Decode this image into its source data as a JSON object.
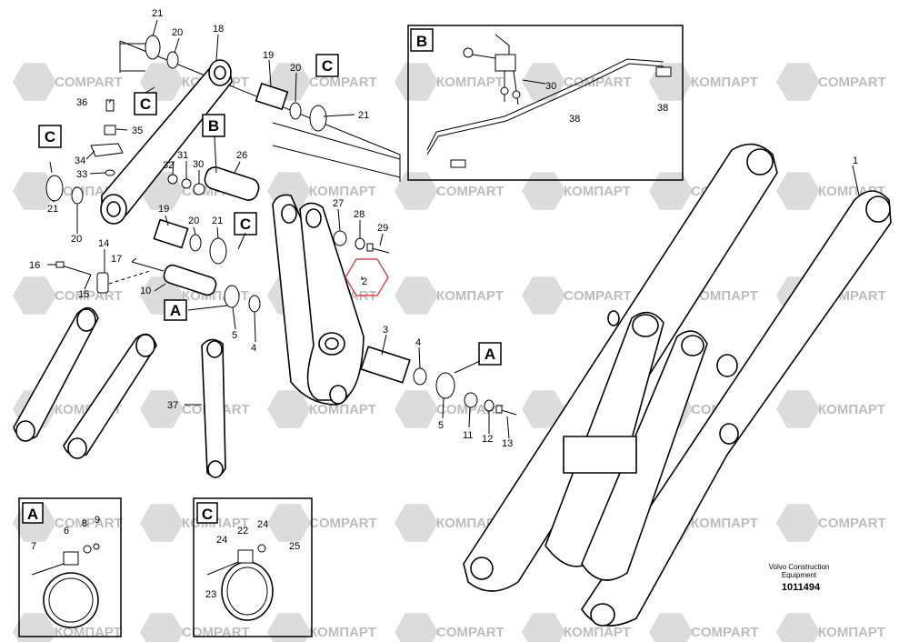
{
  "watermark": {
    "latin": "COMPART",
    "cyrillic": "КОМПАРТ"
  },
  "callout_letters": {
    "a": "A",
    "b": "B",
    "c": "C"
  },
  "part_numbers": {
    "p1": "1",
    "p2": "2",
    "p3": "3",
    "p4": "4",
    "p5": "5",
    "p6": "6",
    "p7": "7",
    "p8": "8",
    "p9": "9",
    "p10": "10",
    "p11": "11",
    "p12": "12",
    "p13": "13",
    "p14": "14",
    "p15": "15",
    "p16": "16",
    "p17": "17",
    "p18": "18",
    "p19": "19",
    "p20": "20",
    "p21": "21",
    "p22": "22",
    "p23": "23",
    "p24": "24",
    "p25": "25",
    "p26": "26",
    "p27": "27",
    "p28": "28",
    "p29": "29",
    "p30": "30",
    "p31": "31",
    "p32": "32",
    "p33": "33",
    "p34": "34",
    "p35": "35",
    "p36": "36",
    "p37": "37",
    "p38": "38"
  },
  "footer": {
    "brand_line1": "Volvo Construction",
    "brand_line2": "Equipment",
    "drawing_id": "1011494"
  }
}
